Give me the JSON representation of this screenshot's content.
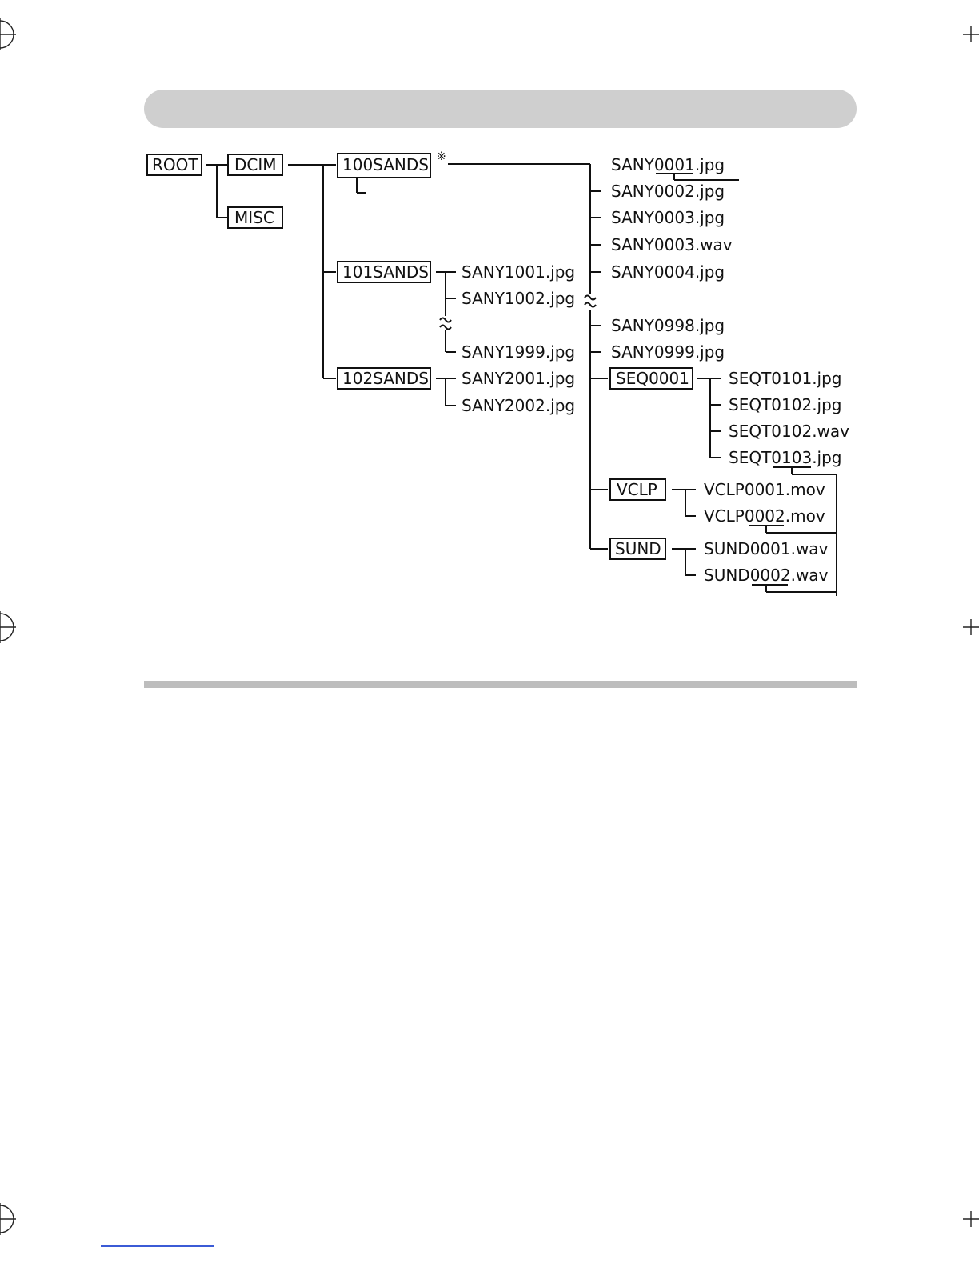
{
  "folders": {
    "root": "ROOT",
    "dcim": "DCIM",
    "misc": "MISC",
    "f100": "100SANDS",
    "f101": "101SANDS",
    "f102": "102SANDS",
    "seq": "SEQ0001",
    "vclp": "VCLP",
    "sund": "SUND"
  },
  "note_mark": "※",
  "files_100": [
    "SANY0001.jpg",
    "SANY0002.jpg",
    "SANY0003.jpg",
    "SANY0003.wav",
    "SANY0004.jpg",
    "SANY0998.jpg",
    "SANY0999.jpg"
  ],
  "files_101": [
    "SANY1001.jpg",
    "SANY1002.jpg",
    "SANY1999.jpg"
  ],
  "files_102": [
    "SANY2001.jpg",
    "SANY2002.jpg"
  ],
  "files_seq": [
    "SEQT0101.jpg",
    "SEQT0102.jpg",
    "SEQT0102.wav",
    "SEQT0103.jpg"
  ],
  "files_vclp": [
    "VCLP0001.mov",
    "VCLP0002.mov"
  ],
  "files_sund": [
    "SUND0001.wav",
    "SUND0002.wav"
  ]
}
